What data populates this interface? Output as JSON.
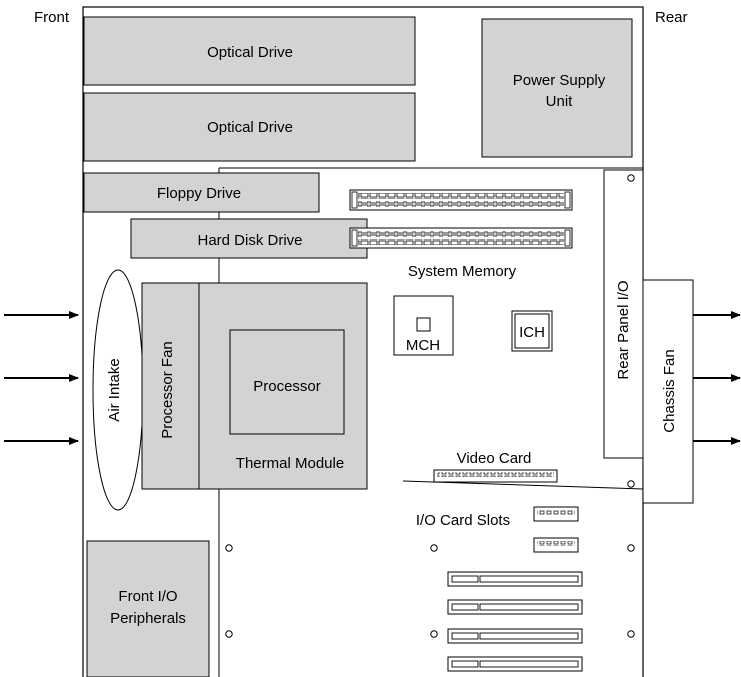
{
  "labels": {
    "front": "Front",
    "rear": "Rear",
    "optical_drive_1": "Optical Drive",
    "optical_drive_2": "Optical Drive",
    "psu_line1": "Power Supply",
    "psu_line2": "Unit",
    "floppy": "Floppy Drive",
    "hdd": "Hard Disk Drive",
    "system_memory": "System Memory",
    "rear_panel_io": "Rear Panel I/O",
    "chassis_fan": "Chassis Fan",
    "air_intake": "Air Intake",
    "processor_fan": "Processor Fan",
    "processor": "Processor",
    "thermal_module": "Thermal Module",
    "mch": "MCH",
    "ich": "ICH",
    "video_card": "Video Card",
    "io_card_slots": "I/O Card Slots",
    "front_io_line1": "Front I/O",
    "front_io_line2": "Peripherals"
  },
  "colors": {
    "component_fill": "#d3d3d3",
    "stroke": "#000000",
    "background": "#ffffff"
  }
}
